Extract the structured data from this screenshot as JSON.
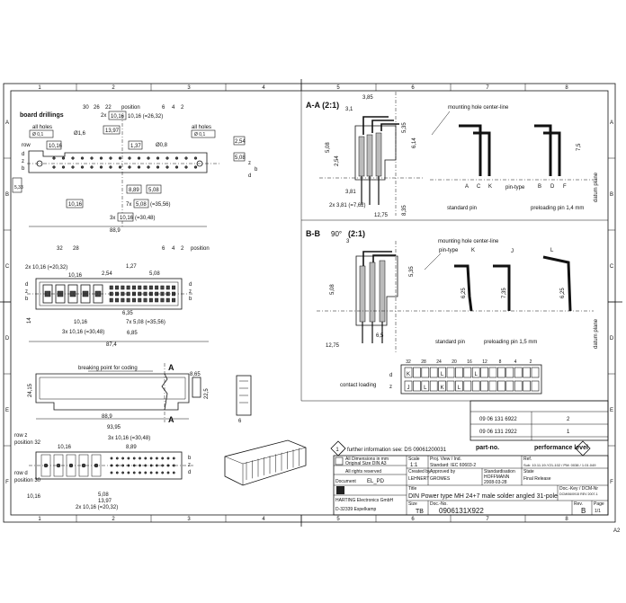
{
  "frame": {
    "cols": [
      "1",
      "2",
      "3",
      "4",
      "5",
      "6",
      "7",
      "8"
    ],
    "rows": [
      "A",
      "B",
      "C",
      "D",
      "E",
      "F"
    ]
  },
  "board_drillings": {
    "title": "board drillings",
    "positions_label": "position",
    "top_pos": [
      "30",
      "26",
      "22",
      "6",
      "4",
      "2"
    ],
    "d_10_16_26_32": "10,16 (=26,32)",
    "all_holes_left": "all holes",
    "all_holes_right": "all holes",
    "tol_left": "Ø 0,1",
    "tol_right": "Ø 0,1",
    "dim_2x": "2x",
    "dim_17": "Ø1,6",
    "dim_13_97": "13,97",
    "dim_1_37": "1,37",
    "dim_08": "Ø0,8",
    "dim_10_16": "10,16",
    "dim_8_89": "8,89",
    "dim_5_08": "5,08",
    "dim_7x": "7x",
    "dim_35_56": "(=35,56)",
    "dim_3x": "3x",
    "dim_30_48": "(=30,48)",
    "dim_88_9": "88,9",
    "dim_2_54": "2,54",
    "dim_5_08v": "5,08",
    "row_label": "row",
    "row_b": "b",
    "row_z": "z",
    "row_d": "d",
    "dim_5_33": "5,33"
  },
  "section_aa": {
    "title": "A-A (2:1)",
    "mounting": "mounting hole center-line",
    "pin_type": "pin-type",
    "pins_left": [
      "A",
      "C",
      "K"
    ],
    "pins_right": [
      "B",
      "D",
      "F"
    ],
    "dim_3_85": "3,85",
    "dim_3_1": "3,1",
    "dim_5_08": "5,08",
    "dim_3_81": "3,81",
    "dim_2x_381": "2x 3,81 (=7,62)",
    "dim_12_75": "12,75",
    "dim_2_54": "2,54",
    "dim_8_35": "8,35",
    "dim_6_14": "6,14",
    "dim_5_35": "5,35",
    "dim_7_5": "7,5",
    "standard_pin": "standard pin",
    "preloading": "preloading pin 1,4 mm",
    "datum_plane": "datum plane"
  },
  "section_bb": {
    "title": "B-B",
    "rot": "90°",
    "scale": "(2:1)",
    "mounting": "mounting hole center-line",
    "pin_type": "pin-type",
    "pin_k": "K",
    "pin_j": "J",
    "pin_l": "L",
    "dim_3_5": "3",
    "dim_5_08": "5,08",
    "dim_5_35": "5,35",
    "dim_6_25a": "6,25",
    "dim_7_35": "7,35",
    "dim_6_25b": "6,25",
    "dim_12_75": "12,75",
    "dim_6_5": "6,5",
    "standard_pin": "standard pin",
    "preloading": "preloading pin 1,5 mm",
    "datum_plane": "datum plane"
  },
  "front_view": {
    "pos": [
      "32",
      "28",
      "6",
      "4",
      "2"
    ],
    "position_label": "position",
    "dim_2x_10_16": "2x 10,16 (=20,32)",
    "dim_10_16a": "10,16",
    "dim_2_54": "2,54",
    "dim_1_27": "1,27",
    "dim_5_08": "5,08",
    "dim_6_35": "6,35",
    "dim_10_16b": "10,16",
    "dim_7x": "7x 5,08 (=35,56)",
    "dim_3x": "3x 10,16 (=30,48)",
    "dim_87_4": "87,4",
    "dim_14": "14",
    "dim_6_85": "6,85",
    "rows": [
      "d",
      "z",
      "b"
    ]
  },
  "side_view": {
    "breaking_point": "breaking point for coding",
    "marker_a": "A",
    "dim_88_9": "88,9",
    "dim_93_95": "93,95",
    "dim_24_15": "24,15",
    "dim_8_65": "8,65",
    "dim_22_5": "22,5",
    "dim_6": "6"
  },
  "bottom_view": {
    "row2": "row z",
    "position32": "position 32",
    "rowd": "row d",
    "position30": "position 30",
    "dim_3x": "3x 10,16 (=30,48)",
    "dim_10_16": "10,16",
    "dim_8_89": "8,89",
    "dim_5_08": "5,08",
    "dim_13_97": "13,97",
    "dim_2x": "2x 10,16 (=20,32)",
    "row_b": "b",
    "row_z": "z",
    "row_d": "d"
  },
  "contact_loading": {
    "label": "contact loading",
    "numbers": [
      "32",
      "28",
      "24",
      "20",
      "16",
      "12",
      "8",
      "4",
      "2"
    ],
    "top_letters": [
      "K",
      "",
      "",
      "",
      "L",
      "",
      "",
      "",
      "L"
    ],
    "bot_letters": [
      "J",
      "",
      "L",
      "",
      "K",
      "",
      "L",
      "",
      ""
    ],
    "row_d": "d",
    "row_z": "z"
  },
  "variants": [
    {
      "part": "09 06 131 6922",
      "level": "2"
    },
    {
      "part": "09 06 131 2922",
      "level": "1"
    }
  ],
  "variants_header": {
    "part": "part-no.",
    "perf": "performance level"
  },
  "info_note": "further information see: DS 09061200031",
  "title_block": {
    "dims_mm": "All Dimensions in mm",
    "orig_size": "Original Size DIN A3",
    "rights": "All rights reserved",
    "doc_type": "Document",
    "doc_type_val": "EL_PD",
    "company": "HARTING Electronics GmbH",
    "city": "D-32339 Espelkamp",
    "scale_lbl": "Scale",
    "scale_val": "1:1",
    "proj_lbl": "Proj. View / Ind.",
    "proj_val": "Standard: IEC 60603-2",
    "created_lbl": "Created by",
    "created_val": "LEHNERT",
    "approved_lbl": "Approved by",
    "approved_val": "GROMES",
    "std_lbl": "Standardisation",
    "std_val": "HOFFMANN",
    "date_lbl": "Date",
    "date_val": "2008-03-28",
    "ref_lbl": "Ref.",
    "ref_val": "Sub: 10.11.19-Y21-102 / PM: 0038 / 1.01.049",
    "state_lbl": "State",
    "state_val": "Final Release",
    "title_lbl": "Title",
    "title_val": "DIN Power type MH 24+7 male solder angled 31-pole",
    "title_val2": "",
    "doc_key_lbl": "Doc.-Key / DCM-Nr",
    "doc_key_val": "DCM/06/0915 REV 2007-1",
    "size_lbl": "Size",
    "size_val": "TB",
    "docno_lbl": "Doc.-No.",
    "docno_val": "0906131X922",
    "rev_lbl": "Rev.",
    "rev_val": "B",
    "page_lbl": "Page",
    "page_val": "1/1",
    "corner": "A2"
  }
}
